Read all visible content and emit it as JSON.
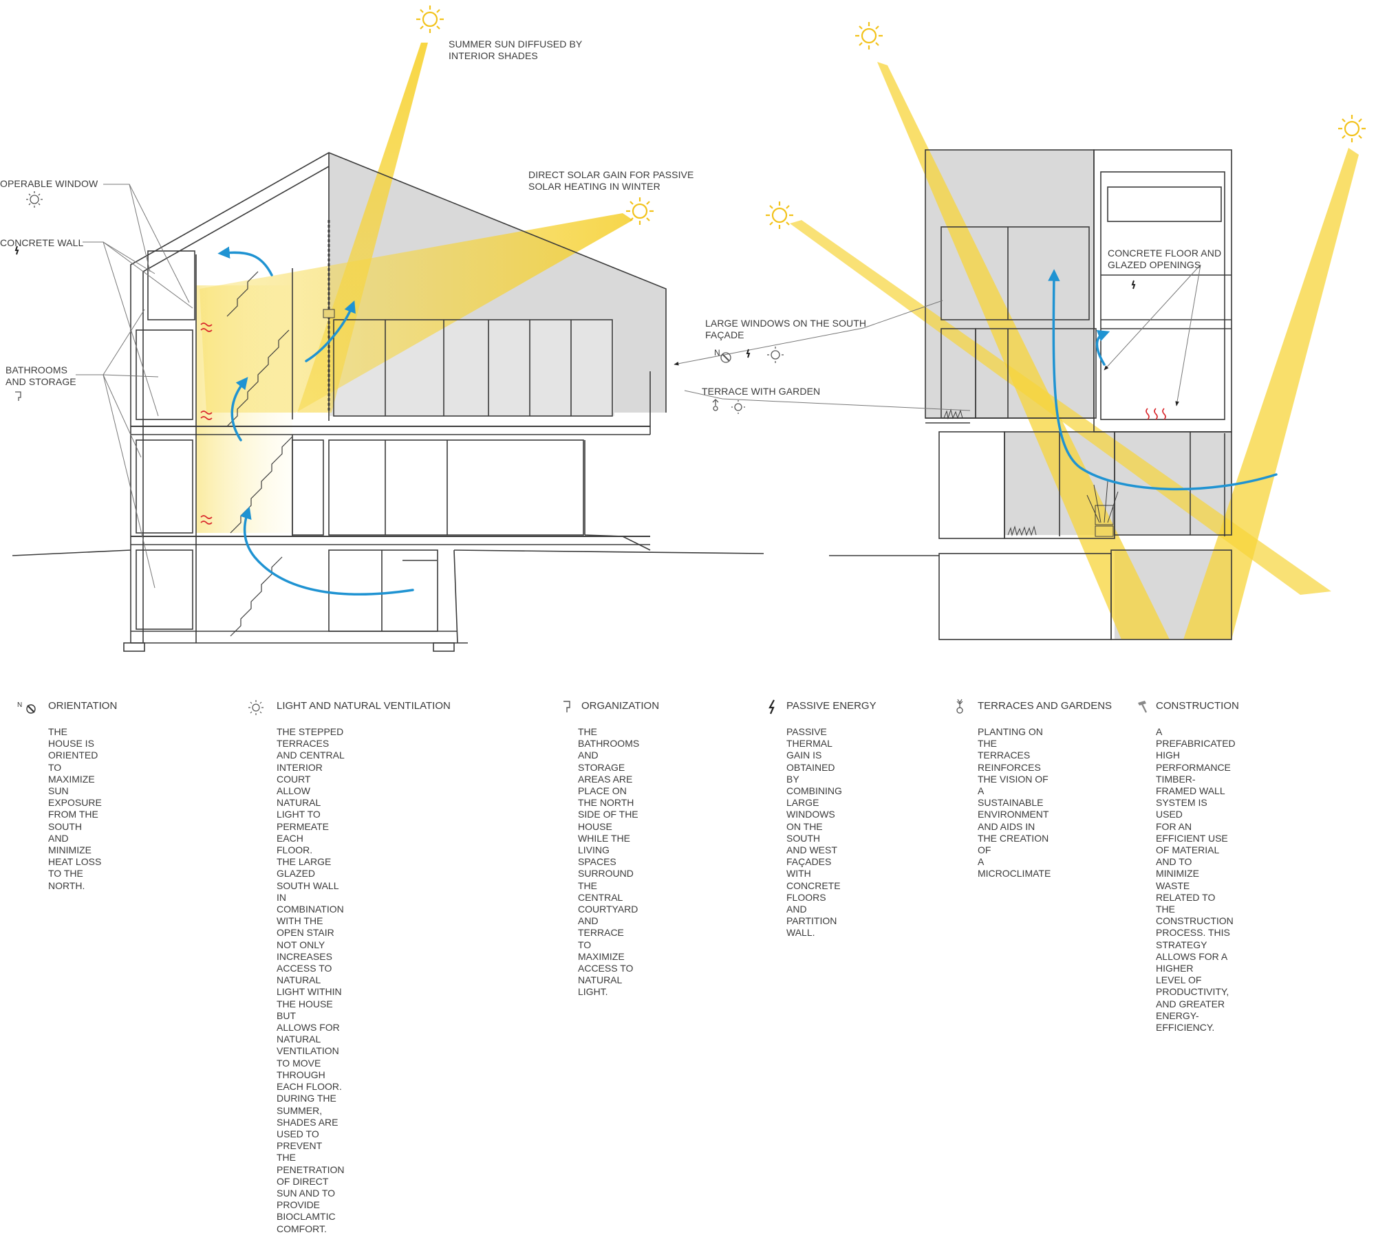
{
  "annotations": {
    "summer_sun": "SUMMER SUN DIFFUSED BY\nINTERIOR SHADES",
    "direct_gain": "DIRECT SOLAR GAIN FOR PASSIVE\nSOLAR HEATING IN WINTER",
    "operable_window": "OPERABLE WINDOW",
    "concrete_wall": "CONCRETE WALL",
    "bathrooms": "BATHROOMS\nAND STORAGE",
    "large_windows": "LARGE WINDOWS ON THE SOUTH\nFAÇADE",
    "terrace_garden": "TERRACE WITH GARDEN",
    "concrete_floor": "CONCRETE FLOOR AND\nGLAZED OPENINGS",
    "compass_n": "N"
  },
  "legend": [
    {
      "icon": "compass-icon",
      "title": "ORIENTATION",
      "body": "THE HOUSE IS ORIENTED TO MAXIMIZE\nSUN EXPOSURE FROM THE SOUTH AND\nMINIMIZE HEAT LOSS TO THE NORTH."
    },
    {
      "icon": "sun-icon",
      "title": "LIGHT AND NATURAL VENTILATION",
      "body": "THE STEPPED TERRACES AND CENTRAL INTERIOR\nCOURT ALLOW NATURAL LIGHT TO PERMEATE EACH\nFLOOR.\nTHE LARGE GLAZED SOUTH WALL IN COMBINATION\nWITH THE OPEN STAIR NOT ONLY INCREASES\nACCESS TO NATURAL LIGHT WITHIN THE HOUSE BUT\nALLOWS FOR NATURAL VENTILATION TO MOVE\nTHROUGH EACH FLOOR.\nDURING THE SUMMER, SHADES ARE USED TO PREVENT\nTHE PENETRATION OF DIRECT SUN AND TO PROVIDE\nBIOCLAMTIC COMFORT."
    },
    {
      "icon": "organization-icon",
      "title": "ORGANIZATION",
      "body": "THE BATHROOMS AND STORAGE\nAREAS ARE PLACE ON THE NORTH\nSIDE OF THE HOUSE WHILE THE LIVING\nSPACES SURROUND THE CENTRAL\nCOURTYARD AND TERRACE TO MAXIMIZE\nACCESS TO NATURAL LIGHT."
    },
    {
      "icon": "lightning-icon",
      "title": "PASSIVE ENERGY",
      "body": "PASSIVE THERMAL GAIN IS\nOBTAINED BY COMBINING\nLARGE WINDOWS ON THE SOUTH\nAND WEST FAÇADES WITH\nCONCRETE FLOORS AND PARTITION\nWALL."
    },
    {
      "icon": "plant-icon",
      "title": "TERRACES AND GARDENS",
      "body": "PLANTING ON THE TERRACES\nREINFORCES THE VISION OF A\nSUSTAINABLE ENVIRONMENT\nAND AIDS IN THE CREATION OF\nA MICROCLIMATE"
    },
    {
      "icon": "hammer-icon",
      "title": "CONSTRUCTION",
      "body": "A PREFABRICATED HIGH PERFORMANCE\nTIMBER-FRAMED WALL SYSTEM IS USED\nFOR AN EFFICIENT USE OF MATERIAL\nAND TO MINIMIZE WASTE RELATED TO\nTHE CONSTRUCTION PROCESS. THIS\nSTRATEGY ALLOWS FOR A HIGHER\nLEVEL OF PRODUCTIVITY, AND GREATER\nENERGY-EFFICIENCY."
    }
  ],
  "colors": {
    "sun": "#f2c21a",
    "sun_beam": "#f7d43a",
    "airflow": "#1f93d2",
    "heat": "#d9262b",
    "wall": "#3a3a3a",
    "shade": "#d9d9d9"
  }
}
